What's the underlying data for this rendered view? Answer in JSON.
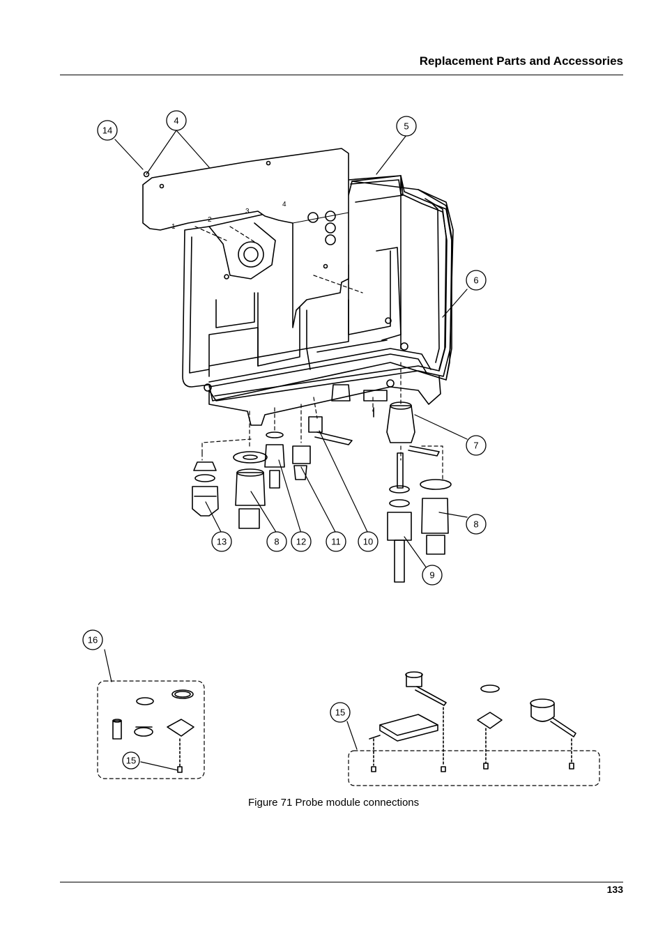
{
  "header": {
    "title": "Replacement Parts and Accessories"
  },
  "figure": {
    "caption": "Figure 71  Probe module connections",
    "callouts": {
      "c4": "4",
      "c5": "5",
      "c6": "6",
      "c7": "7",
      "c8a": "8",
      "c8b": "8",
      "c9": "9",
      "c10": "10",
      "c11": "11",
      "c12": "12",
      "c13": "13",
      "c14": "14",
      "c15a": "15",
      "c15b": "15",
      "c16": "16"
    },
    "panel_slot_labels": [
      "1",
      "2",
      "3",
      "4"
    ]
  },
  "footer": {
    "page_number": "133"
  }
}
